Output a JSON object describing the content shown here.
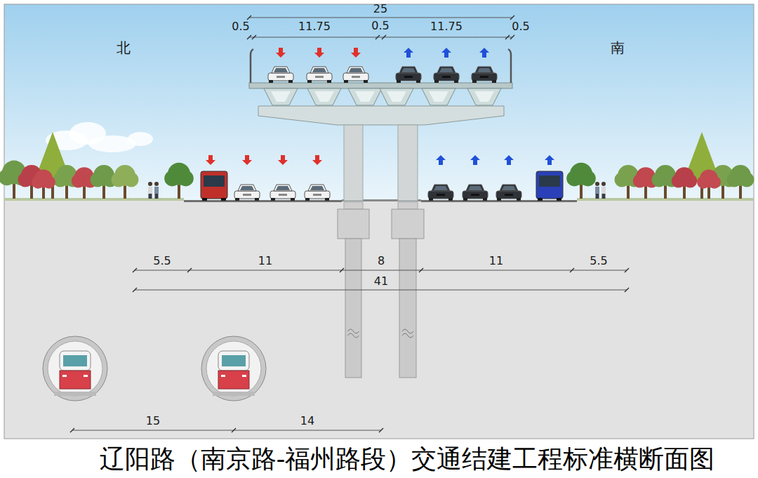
{
  "diagram": {
    "caption": "辽阳路（南京路-福州路段）交通结建工程标准横断面图",
    "labels": [
      "25",
      "0.5",
      "11.75",
      "0.5",
      "11.75",
      "0.5",
      "北",
      "南",
      "5.5",
      "11",
      "8",
      "11",
      "5.5",
      "41",
      "15",
      "14"
    ]
  }
}
